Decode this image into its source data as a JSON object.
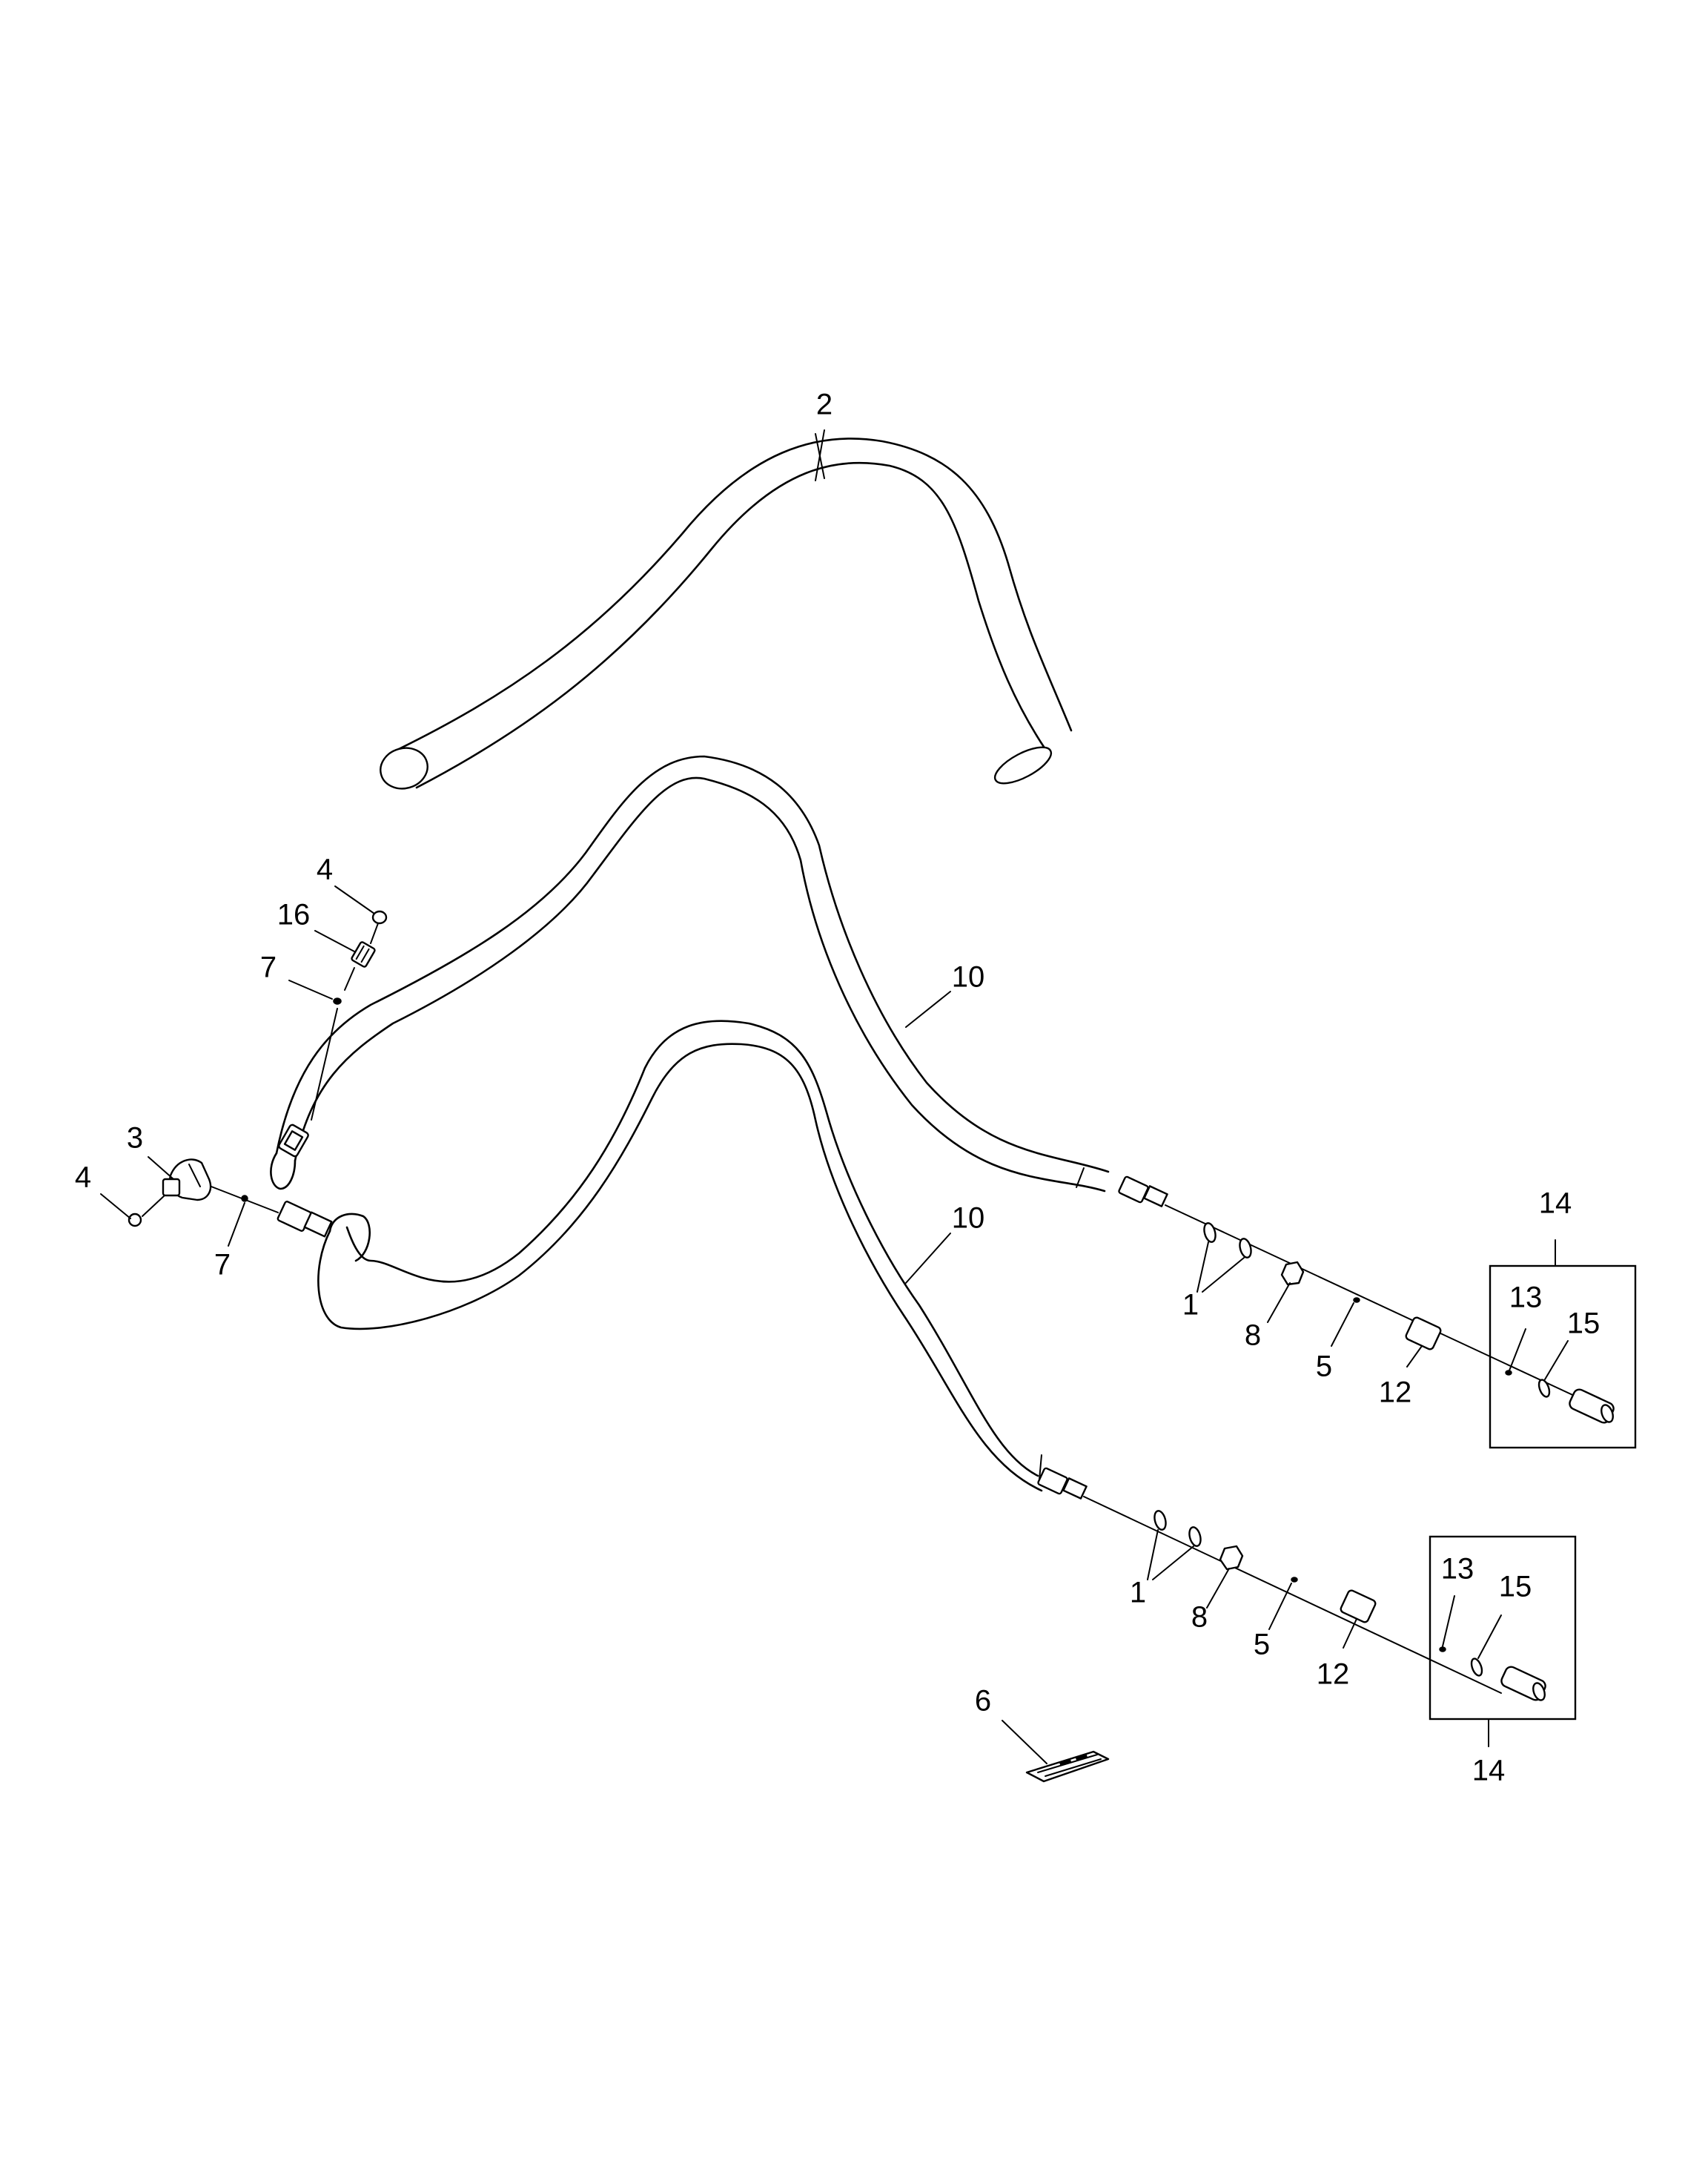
{
  "callouts": {
    "c2": "2",
    "c4a": "4",
    "c16": "16",
    "c7a": "7",
    "c10a": "10",
    "c3": "3",
    "c4b": "4",
    "c7b": "7",
    "c10b": "10",
    "c14a": "14",
    "c13a": "13",
    "c15a": "15",
    "c1a": "1",
    "c8a": "8",
    "c5a": "5",
    "c12a": "12",
    "c1b": "1",
    "c8b": "8",
    "c5b": "5",
    "c12b": "12",
    "c13b": "13",
    "c15b": "15",
    "c14b": "14",
    "c6": "6"
  }
}
